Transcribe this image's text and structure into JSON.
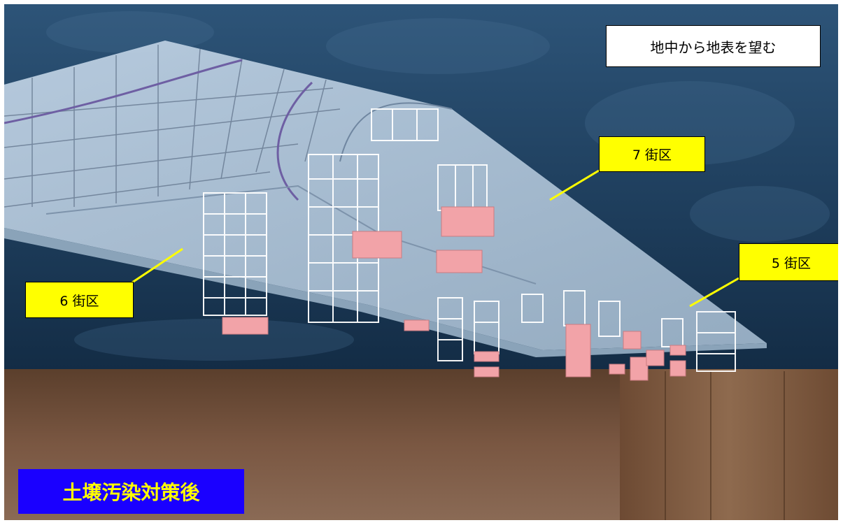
{
  "scene": {
    "view_label": "地中から地表を望む",
    "blocks": [
      {
        "id": "7",
        "label": "7 街区"
      },
      {
        "id": "6",
        "label": "6 街区"
      },
      {
        "id": "5",
        "label": "5 街区"
      }
    ],
    "title": "土壌汚染対策後"
  },
  "colors": {
    "sky": "#1f3c5c",
    "ground": "#6b4a35",
    "slab": "#b7c9dc",
    "tag_fill": "#ffff00",
    "title_fill": "#1a00ff",
    "title_text": "#ffff00",
    "treatment_block": "#f2a3a8",
    "frame_wire": "#ffffff"
  }
}
